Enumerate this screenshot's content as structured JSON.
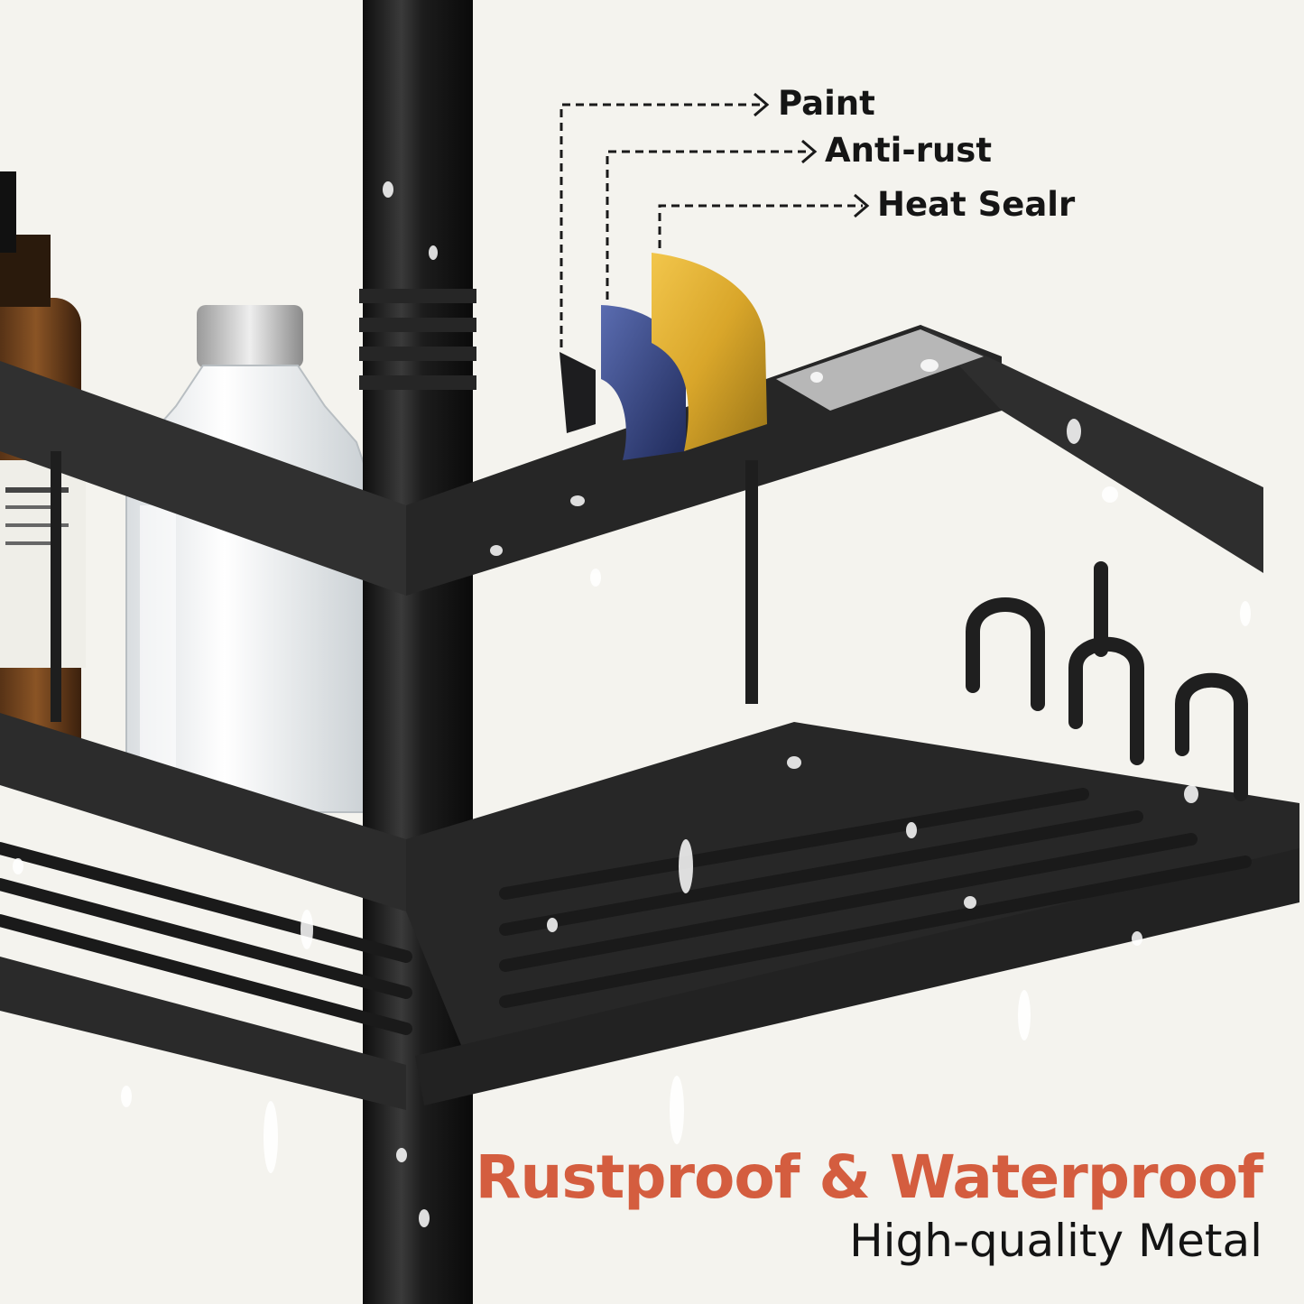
{
  "callouts": {
    "paint": "Paint",
    "anti_rust": "Anti-rust",
    "heat_sealr": "Heat Sealr"
  },
  "headline": "Rustproof & Waterproof",
  "subheadline": "High-quality Metal",
  "colors": {
    "background": "#f4f3ee",
    "metal": "#2b2b2b",
    "headline": "#d45d3f",
    "paint_layer": "#1d1d1f",
    "anti_rust_layer": "#3a4a8a",
    "heat_sealr_layer": "#e2b53d"
  }
}
